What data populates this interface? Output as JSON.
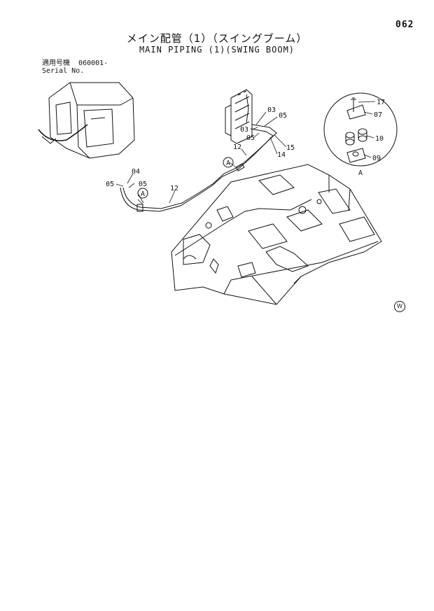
{
  "page_number": "062",
  "title_jp": "メイン配管（1）（スイングブーム）",
  "title_en": "MAIN PIPING (1)(SWING BOOM)",
  "serial": {
    "label_jp": "適用号機",
    "value": "060001-",
    "label_en": "Serial No."
  },
  "callouts": {
    "p03a": "03",
    "p05a": "05",
    "p03b": "03",
    "p05b": "05",
    "p15": "15",
    "p14": "14",
    "p12a": "12",
    "p12b": "12",
    "p04": "04",
    "p05c": "05",
    "p05d": "05",
    "p17": "17",
    "p07": "07",
    "p10": "10",
    "p09": "09",
    "detail_a": "A",
    "marker_a1": "A",
    "marker_a2": "A"
  },
  "watermark": "W"
}
